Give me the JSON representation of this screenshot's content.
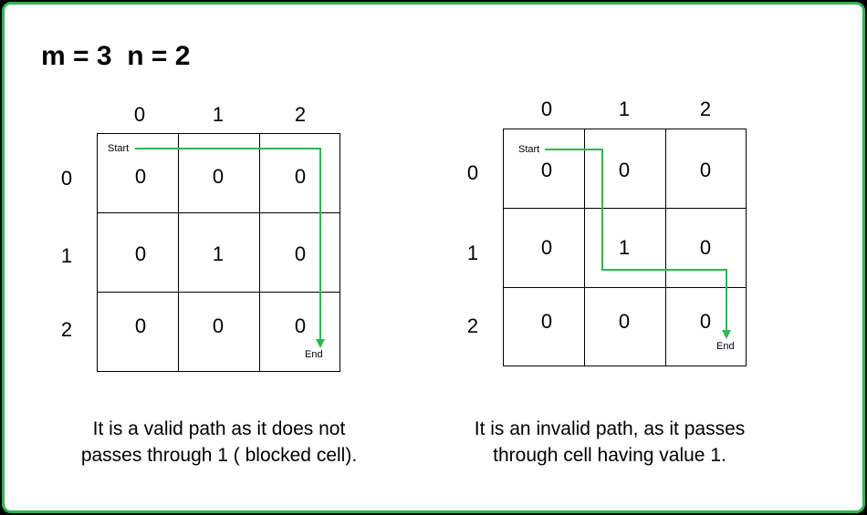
{
  "title": "m = 3  n = 2",
  "left": {
    "col_headers": [
      "0",
      "1",
      "2"
    ],
    "row_headers": [
      "0",
      "1",
      "2"
    ],
    "cells": [
      [
        "0",
        "0",
        "0"
      ],
      [
        "0",
        "1",
        "0"
      ],
      [
        "0",
        "0",
        "0"
      ]
    ],
    "start_label": "Start",
    "end_label": "End",
    "caption_line1": "It is a valid path as it does not",
    "caption_line2": "passes through 1 ( blocked cell)."
  },
  "right": {
    "col_headers": [
      "0",
      "1",
      "2"
    ],
    "row_headers": [
      "0",
      "1",
      "2"
    ],
    "cells": [
      [
        "0",
        "0",
        "0"
      ],
      [
        "0",
        "1",
        "0"
      ],
      [
        "0",
        "0",
        "0"
      ]
    ],
    "start_label": "Start",
    "end_label": "End",
    "caption_line1": "It is an invalid path, as it passes",
    "caption_line2": "through cell having value 1."
  },
  "colors": {
    "border": "#2db84d",
    "path": "#2db84d"
  }
}
